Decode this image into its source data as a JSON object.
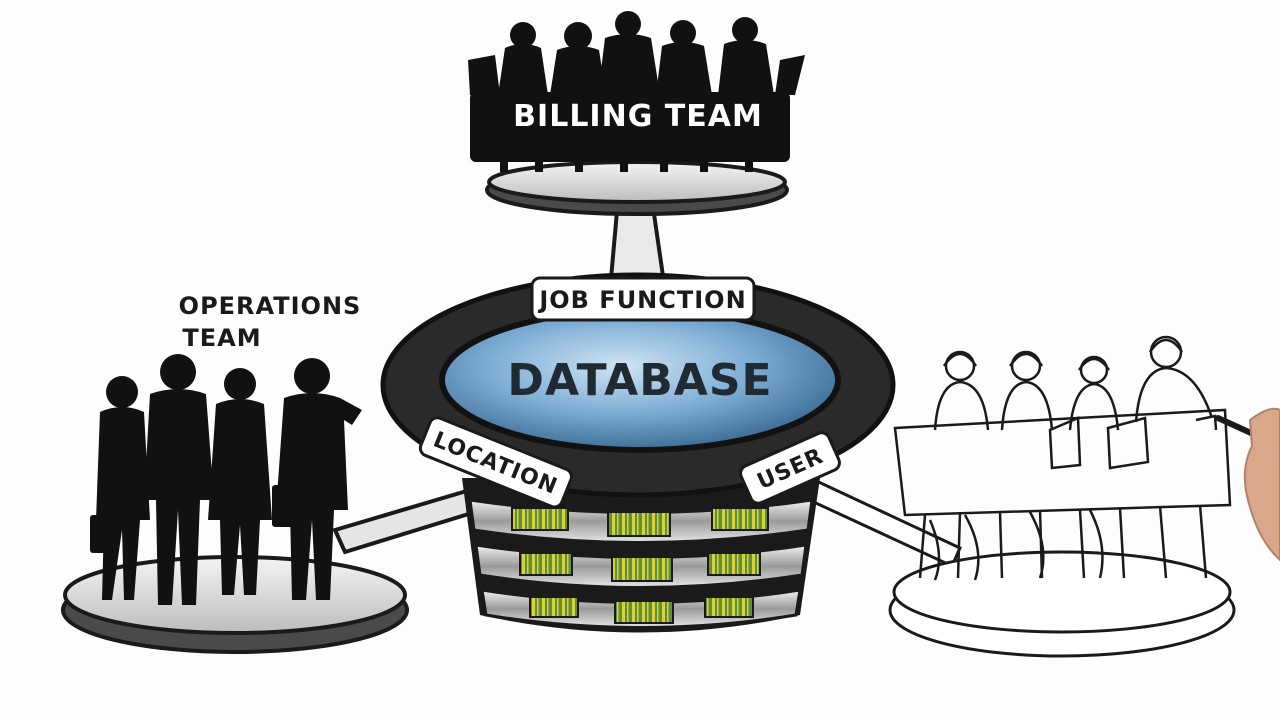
{
  "labels": {
    "billing_team": "BILLING TEAM",
    "operations_team_line1": "OPERATIONS",
    "operations_team_line2": "TEAM",
    "database": "DATABASE",
    "job_function": "JOB FUNCTION",
    "location": "LOCATION",
    "user": "USER"
  },
  "colors": {
    "ink": "#1a1a1a",
    "disk_top": "#6fa0c9",
    "disk_highlight": "#b9d6ec",
    "platform_grey": "#d8d8d8",
    "server_green": "#5f8f3a",
    "server_yellow": "#d8d23a",
    "server_silver": "#a9a9a9",
    "skin": "#d9a88a"
  },
  "icons": {
    "billing_team_group": "people-silhouette-group-icon",
    "operations_team_group": "people-silhouette-group-icon",
    "user_group": "people-outline-group-icon",
    "marker_hand": "hand-holding-marker-icon"
  }
}
